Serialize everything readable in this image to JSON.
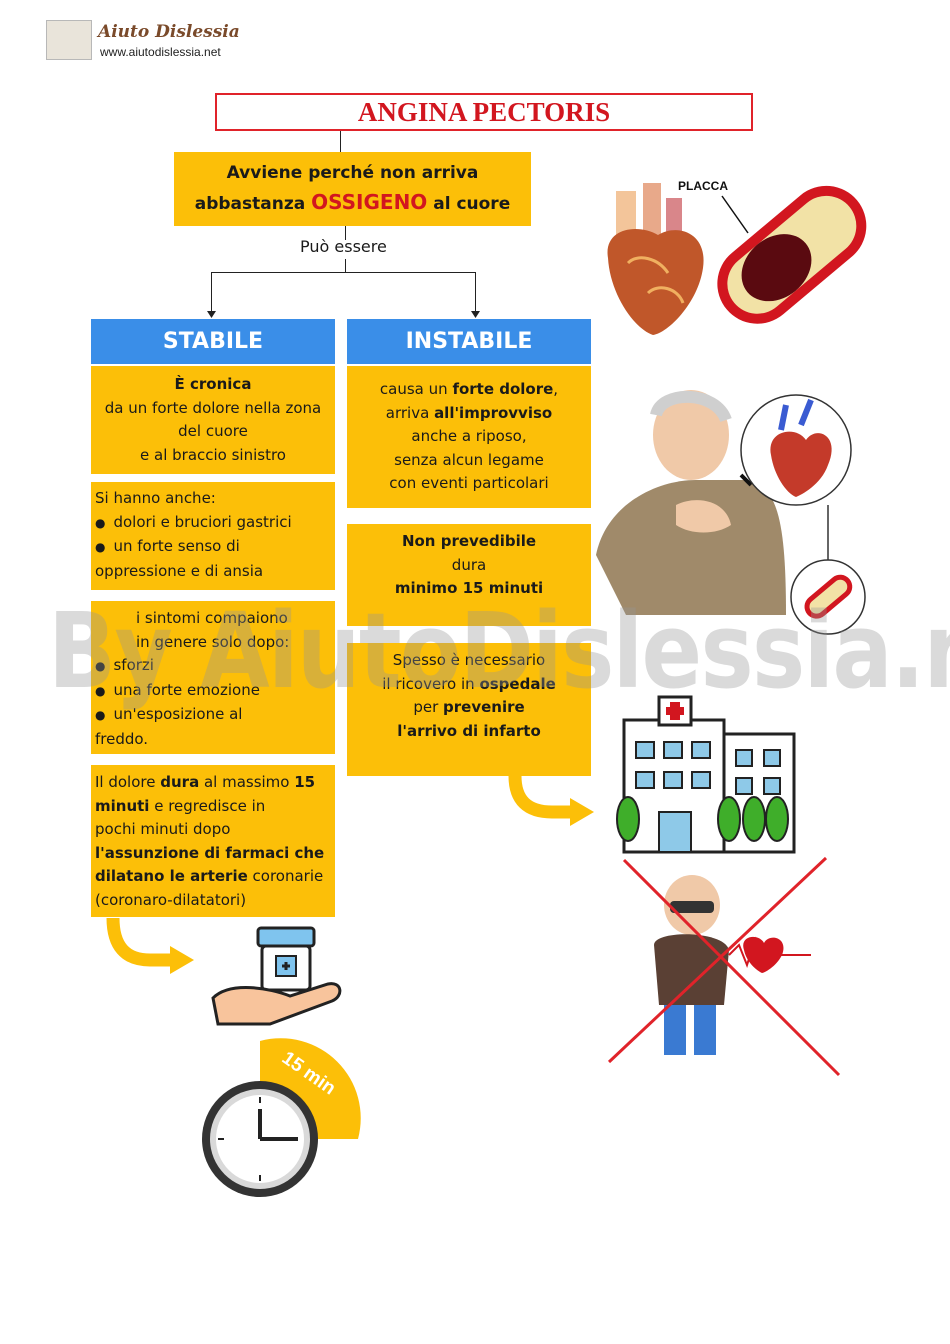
{
  "logo": {
    "title": "Aiuto Dislessia",
    "url": "www.aiutodislessia.net"
  },
  "title": "ANGINA PECTORIS",
  "cause": {
    "line1": "Avviene perché non arriva",
    "line2_pre": "abbastanza ",
    "line2_highlight": "OSSIGENO",
    "line2_post": " al cuore"
  },
  "connector": "Può essere",
  "stabile": {
    "header": "STABILE",
    "box1": {
      "b1": "È cronica",
      "l2": "da un forte dolore nella zona",
      "l3": "del cuore",
      "l4": "e al  braccio sinistro"
    },
    "box2": {
      "intro": "Si hanno anche:",
      "item1": "dolori e bruciori gastrici",
      "item2": "un forte senso di",
      "cont": "oppressione e di ansia"
    },
    "box3": {
      "l1": "i sintomi compaiono",
      "l2": "in genere solo dopo:",
      "item1": "sforzi",
      "item2": "una forte emozione",
      "item3": "un'esposizione  al",
      "cont": "freddo."
    },
    "box4": {
      "p1": "Il dolore ",
      "p1b": "dura",
      "p1c": " al massimo ",
      "p1d": "15",
      "p2b": "minuti",
      "p2c": " e regredisce in",
      "p3": "pochi minuti dopo",
      "p4b": "l'assunzione di farmaci che",
      "p5b": "dilatano le  arterie",
      "p5c": " coronarie",
      "p6": "(coronaro-dilatatori)"
    }
  },
  "instabile": {
    "header": "INSTABILE",
    "box1": {
      "l1a": "causa un ",
      "l1b": "forte dolore",
      "l1c": ",",
      "l2a": "arriva ",
      "l2b": "all'improvviso",
      "l3": "anche a riposo,",
      "l4": "senza alcun legame",
      "l5": "con eventi particolari"
    },
    "box2": {
      "l1": "Non prevedibile",
      "l2": "dura",
      "l3": "minimo 15 minuti"
    },
    "box3": {
      "l1": "Spesso è necessario",
      "l2a": "il ricovero in ",
      "l2b": "ospedale",
      "l3a": "per ",
      "l3b": "prevenire",
      "l4": "l'arrivo di infarto"
    }
  },
  "illustrations": {
    "placca_label": "PLACCA",
    "clock_label": "15 min"
  },
  "watermark": "By AiutoDislessia.net",
  "colors": {
    "yellow": "#fcbf08",
    "blue": "#3a8ee8",
    "red": "#d2161f",
    "arrow": "#fcbf08"
  }
}
